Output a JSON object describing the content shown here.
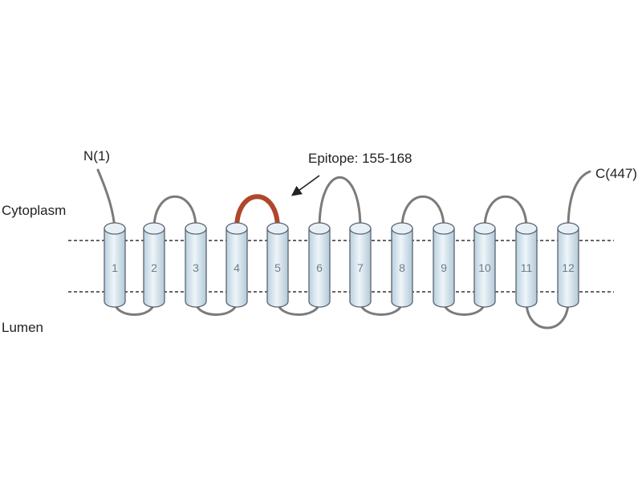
{
  "regions": {
    "cytoplasm": "Cytoplasm",
    "lumen": "Lumen"
  },
  "termini": {
    "n": "N(1)",
    "c": "C(447)"
  },
  "epitope": {
    "label": "Epitope: 155-168"
  },
  "helices": [
    {
      "label": "1"
    },
    {
      "label": "2"
    },
    {
      "label": "3"
    },
    {
      "label": "4"
    },
    {
      "label": "5"
    },
    {
      "label": "6"
    },
    {
      "label": "7"
    },
    {
      "label": "8"
    },
    {
      "label": "9"
    },
    {
      "label": "10"
    },
    {
      "label": "11"
    },
    {
      "label": "12"
    }
  ],
  "colors": {
    "helix_fill": "#d5e5ee",
    "helix_stroke": "#5a6470",
    "loop": "#7b7b7b",
    "epitope": "#b0462a",
    "membrane_line": "#333333"
  }
}
